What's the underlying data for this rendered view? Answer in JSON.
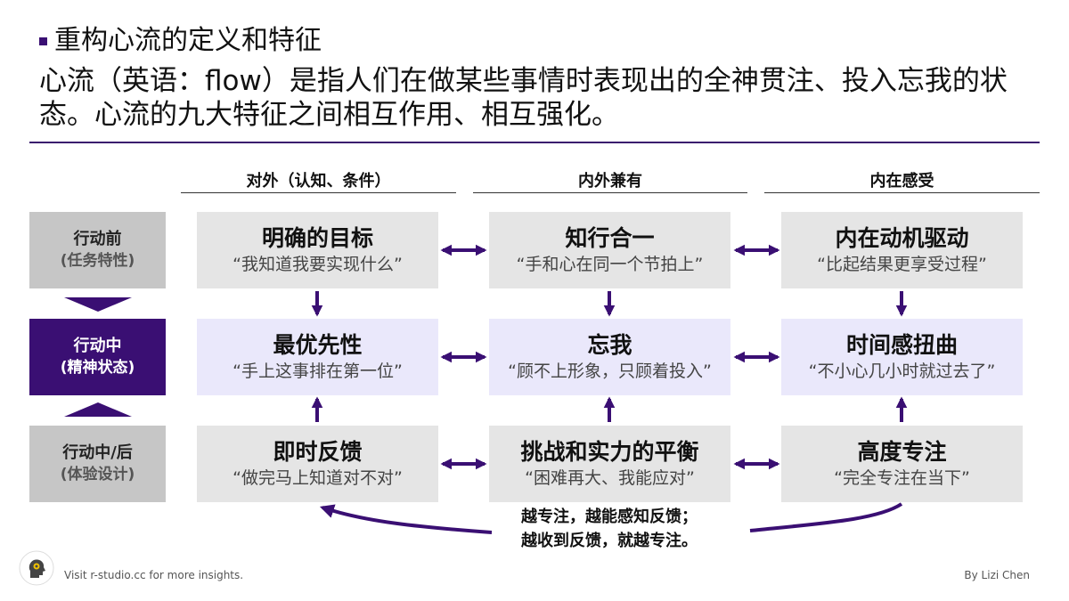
{
  "header": {
    "title": "重构心流的定义和特征",
    "subtitle": "心流（英语：flow）是指人们在做某些事情时表现出的全神贯注、投入忘我的状态。心流的九大特征之间相互作用、相互强化。"
  },
  "columns": [
    "对外（认知、条件）",
    "内外兼有",
    "内在感受"
  ],
  "phases": [
    {
      "label": "行动前",
      "sub": "(任务特性)"
    },
    {
      "label": "行动中",
      "sub": "(精神状态)"
    },
    {
      "label": "行动中/后",
      "sub": "(体验设计)"
    }
  ],
  "rows": [
    [
      {
        "name": "明确的目标",
        "quote": "“我知道我要实现什么”"
      },
      {
        "name": "知行合一",
        "quote": "“手和心在同一个节拍上”"
      },
      {
        "name": "内在动机驱动",
        "quote": "“比起结果更享受过程”"
      }
    ],
    [
      {
        "name": "最优先性",
        "quote": "“手上这事排在第一位”"
      },
      {
        "name": "忘我",
        "quote": "“顾不上形象，只顾着投入”"
      },
      {
        "name": "时间感扭曲",
        "quote": "“不小心几小时就过去了”"
      }
    ],
    [
      {
        "name": "即时反馈",
        "quote": "“做完马上知道对不对”"
      },
      {
        "name": "挑战和实力的平衡",
        "quote": "“困难再大、我能应对”"
      },
      {
        "name": "高度专注",
        "quote": "“完全专注在当下”"
      }
    ]
  ],
  "loop_note": {
    "line1": "越专注，越能感知反馈；",
    "line2": "越收到反馈，就越专注。"
  },
  "footer": {
    "left": "Visit r-studio.cc for more insights.",
    "right": "By Lizi Chen"
  },
  "colors": {
    "accent": "#3a0f73",
    "box_gray": "#e5e5e5",
    "box_lavender": "#eae8fb",
    "phase_gray": "#c6c6c6"
  },
  "icons": {
    "logo": "head-gear-logo-icon"
  }
}
